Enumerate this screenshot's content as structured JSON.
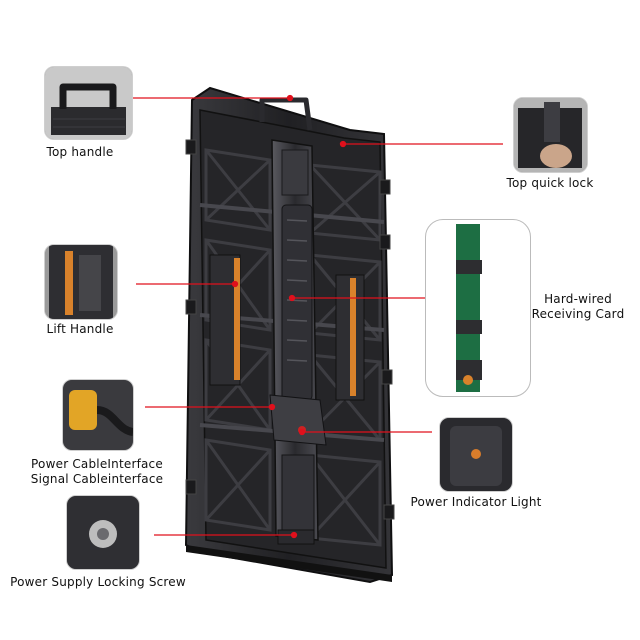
{
  "labels": {
    "top_handle": "Top handle",
    "top_quick_lock": "Top quick lock",
    "lift_handle": "Lift Handle",
    "receiving_card_line1": "Hard-wired",
    "receiving_card_line2": "Receiving Card",
    "power_cable_line1": "Power CableInterface",
    "power_cable_line2": "Signal Cableinterface",
    "power_indicator": "Power Indicator Light",
    "locking_screw": "Power Supply Locking Screw"
  },
  "colors": {
    "callout_line": "#e0101c",
    "panel_frame": "#1c1c1e",
    "panel_body": "#2a2a2d",
    "accent_orange": "#d9822b"
  }
}
